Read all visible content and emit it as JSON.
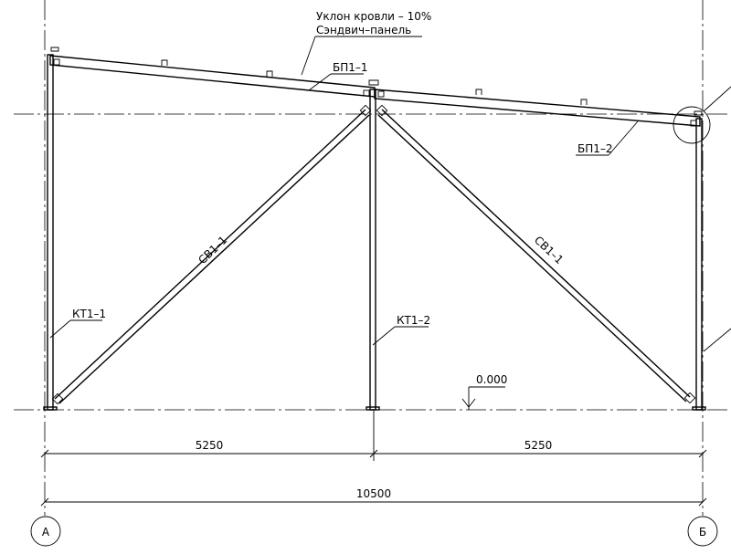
{
  "notes": {
    "slope": "Уклон кровли – 10%",
    "panel": "Сэндвич–панель"
  },
  "beams": {
    "left": "БП1–1",
    "right": "БП1–2"
  },
  "braces": {
    "left": "СВ1–1",
    "right": "СВ1–1"
  },
  "columns": {
    "left": "КТ1–1",
    "middle": "КТ1–2"
  },
  "level": "0.000",
  "dimensions": {
    "left_span": "5250",
    "right_span": "5250",
    "total": "10500"
  },
  "axes": {
    "left": "А",
    "right": "Б"
  }
}
